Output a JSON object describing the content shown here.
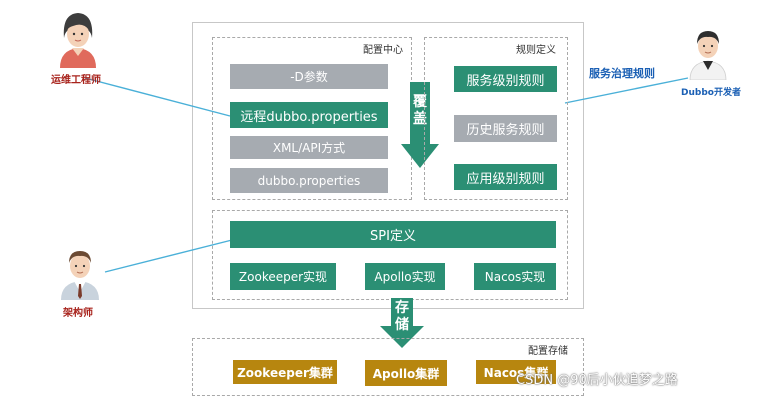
{
  "config_center": {
    "title": "配置中心",
    "items": [
      "-D参数",
      "远程dubbo.properties",
      "XML/API方式",
      "dubbo.properties"
    ]
  },
  "override_label": [
    "覆",
    "盖"
  ],
  "rule_definition": {
    "title": "规则定义",
    "items": [
      "服务级别规则",
      "历史服务规则",
      "应用级别规则"
    ]
  },
  "spi": {
    "title": "SPI定义",
    "impls": [
      "Zookeeper实现",
      "Apollo实现",
      "Nacos实现"
    ]
  },
  "storage_label": [
    "存",
    "储"
  ],
  "config_storage": {
    "title": "配置存储",
    "clusters": [
      "Zookeeper集群",
      "Apollo集群",
      "Nacos集群"
    ]
  },
  "roles": {
    "ops": "运维工程师",
    "dev": "Dubbo开发者",
    "architect": "架构师",
    "governance": "服务治理规则"
  },
  "watermark": "CSDN @90后小伙追梦之路",
  "colors": {
    "teal": "#2b8f74",
    "gray_box": "#a6abb1",
    "gold": "#b7860f",
    "connector": "#4ab0d8",
    "label_blue": "#1a5fb4"
  }
}
